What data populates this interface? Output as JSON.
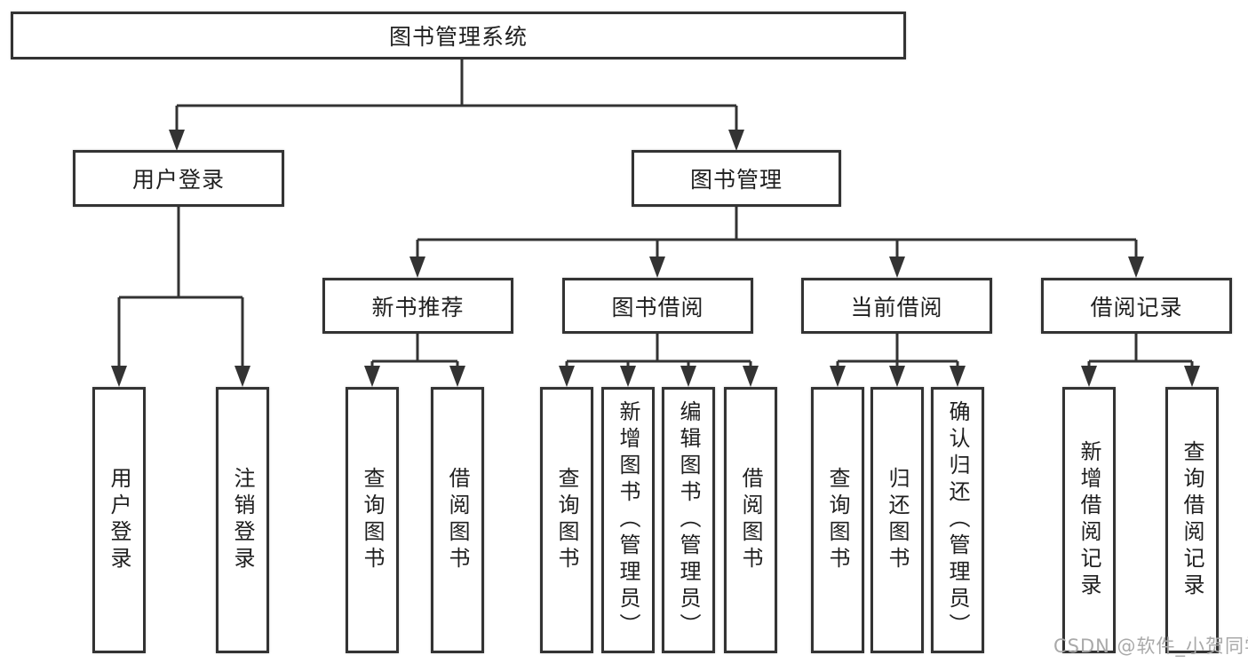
{
  "diagram": {
    "tree": {
      "label": "图书管理系统",
      "children": [
        {
          "label": "用户登录",
          "children": [
            {
              "label": "用户登录"
            },
            {
              "label": "注销登录"
            }
          ]
        },
        {
          "label": "图书管理",
          "children": [
            {
              "label": "新书推荐",
              "children": [
                {
                  "label": "查询图书"
                },
                {
                  "label": "借阅图书"
                }
              ]
            },
            {
              "label": "图书借阅",
              "children": [
                {
                  "label": "查询图书"
                },
                {
                  "label": "新增图书（管理员）"
                },
                {
                  "label": "编辑图书（管理员）"
                },
                {
                  "label": "借阅图书"
                }
              ]
            },
            {
              "label": "当前借阅",
              "children": [
                {
                  "label": "查询图书"
                },
                {
                  "label": "归还图书"
                },
                {
                  "label": "确认归还（管理员）"
                }
              ]
            },
            {
              "label": "借阅记录",
              "children": [
                {
                  "label": "新增借阅记录"
                },
                {
                  "label": "查询借阅记录"
                }
              ]
            }
          ]
        }
      ]
    },
    "colors": {
      "line": "#333333",
      "box_border": "#333333",
      "box_background": "#ffffff",
      "text": "#1f1f1f",
      "watermark": "#a9a9a9",
      "page_background": "#ffffff"
    }
  },
  "watermark": {
    "text": "CSDN @软件_小贺同学"
  }
}
